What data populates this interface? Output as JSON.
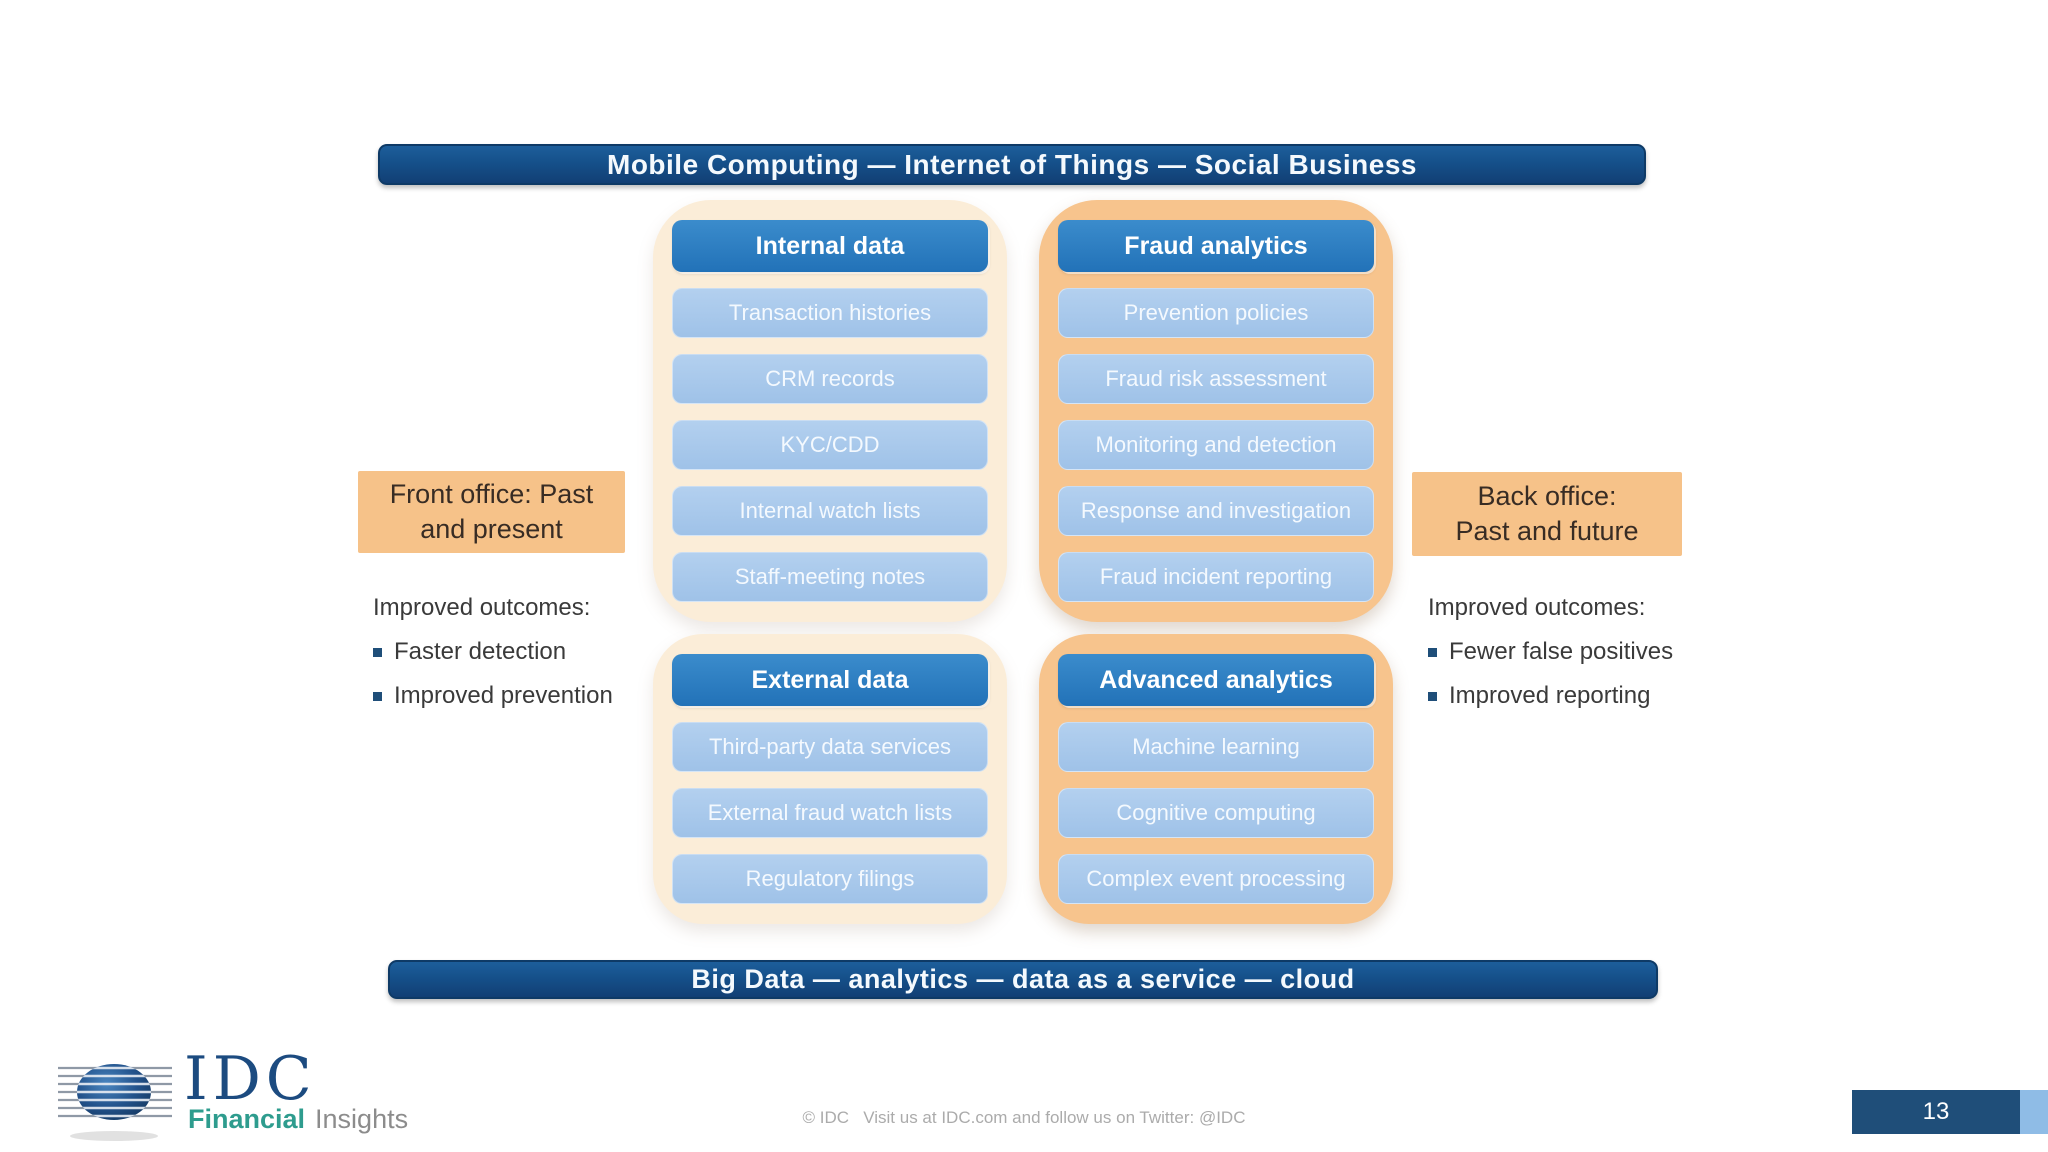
{
  "banners": {
    "top": "Mobile Computing — Internet of Things — Social Business",
    "bottom": "Big Data — analytics — data as a service — cloud"
  },
  "quadrants": {
    "internal": {
      "title": "Internal data",
      "items": [
        "Transaction histories",
        "CRM records",
        "KYC/CDD",
        "Internal watch lists",
        "Staff-meeting notes"
      ]
    },
    "fraud": {
      "title": "Fraud analytics",
      "items": [
        "Prevention policies",
        "Fraud risk assessment",
        "Monitoring and detection",
        "Response and investigation",
        "Fraud incident reporting"
      ]
    },
    "external": {
      "title": "External data",
      "items": [
        "Third-party data services",
        "External fraud watch lists",
        "Regulatory filings"
      ]
    },
    "advanced": {
      "title": "Advanced analytics",
      "items": [
        "Machine learning",
        "Cognitive computing",
        "Complex event processing"
      ]
    }
  },
  "left_panel": {
    "label": "Front office: Past\nand present",
    "outcomes_title": "Improved outcomes:",
    "outcomes": [
      "Faster detection",
      "Improved prevention"
    ]
  },
  "right_panel": {
    "label": "Back office:\nPast and future",
    "outcomes_title": "Improved outcomes:",
    "outcomes": [
      "Fewer false positives",
      "Improved reporting"
    ]
  },
  "footer": {
    "logo": {
      "idc": "IDC",
      "financial": "Financial",
      "insights": "Insights"
    },
    "copyright": "© IDC   Visit us at IDC.com and follow us on Twitter: @IDC",
    "page_number": "13"
  },
  "colors": {
    "banner_navy": "#15508A",
    "header_blue": "#2A7ABF",
    "pill_blue": "#A6C8EC",
    "cream_container": "#FBEDD8",
    "orange_container": "#F7C48D",
    "label_orange": "#F6C289",
    "bullet_navy": "#1F4E79",
    "page_navy": "#1F4E79",
    "page_light_blue": "#8FBCE6",
    "logo_navy": "#1C4B80",
    "logo_teal": "#2E9C8E",
    "logo_gray": "#8C8C8C"
  }
}
